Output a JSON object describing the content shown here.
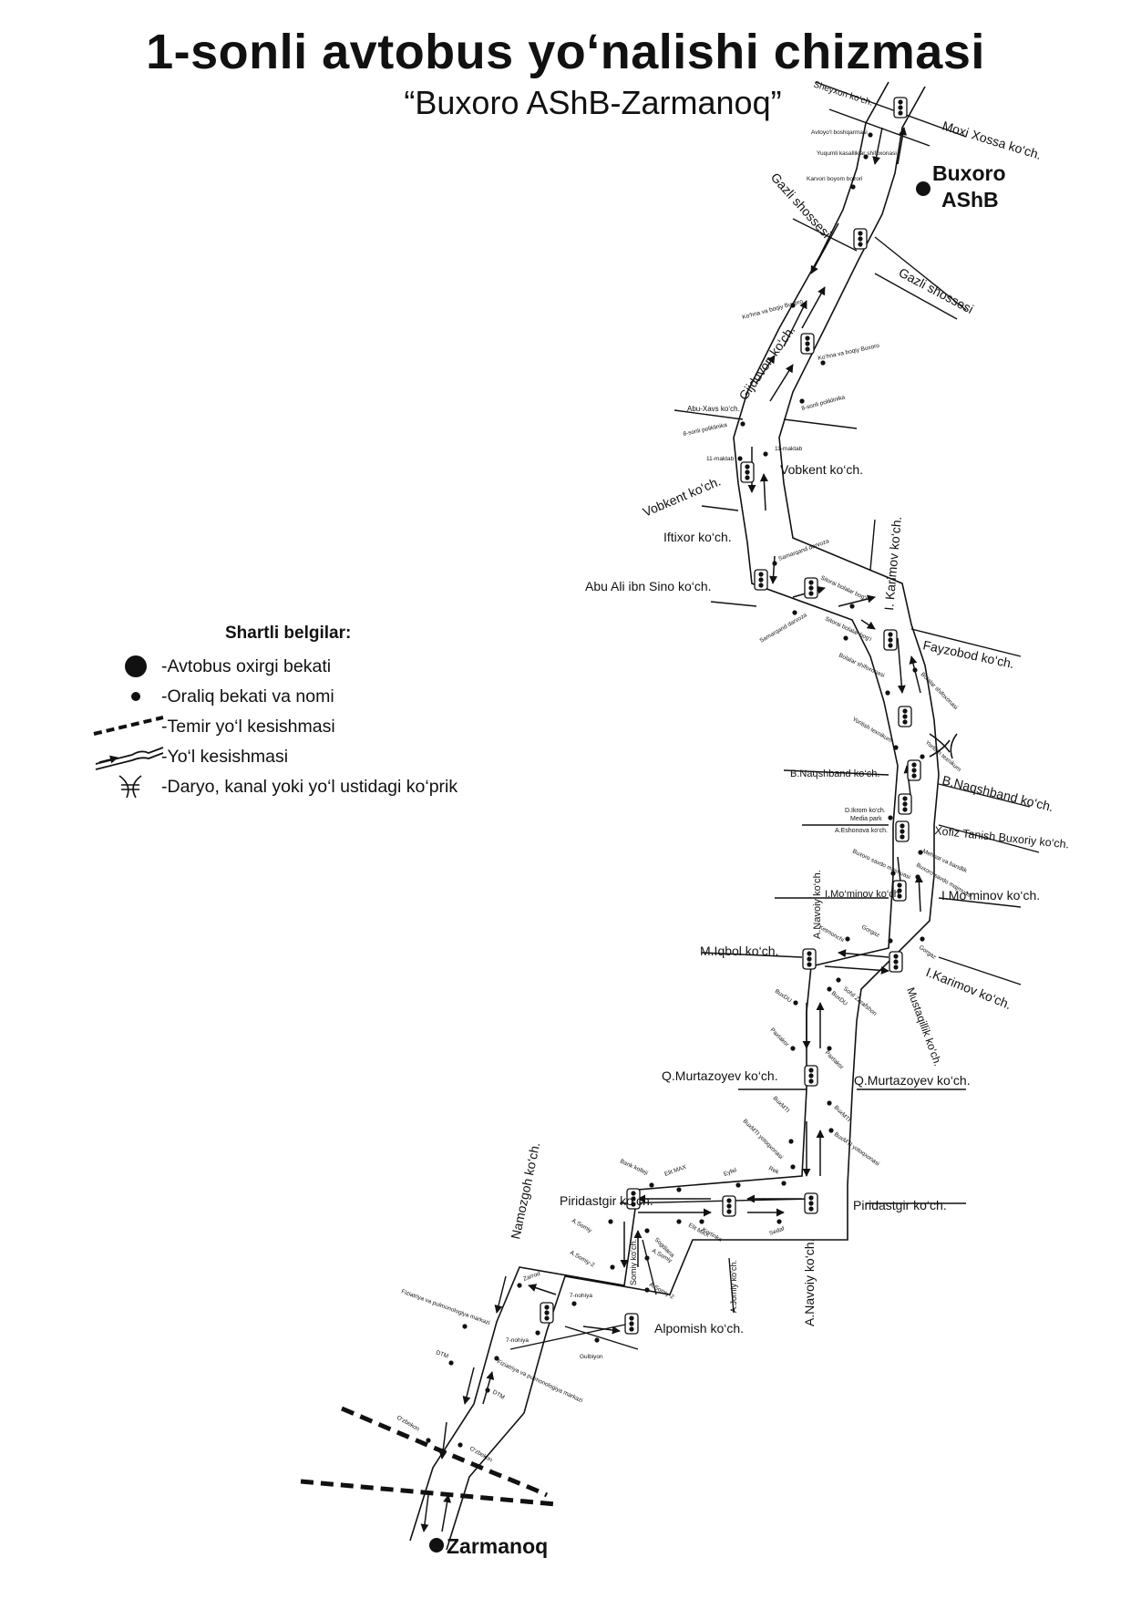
{
  "title": "1-sonli avtobus yo‘nalishi chizmasi",
  "subtitle": "“Buxoro AShB-Zarmanoq”",
  "terminals": {
    "start_line1": "Buxoro",
    "start_line2": "AShB",
    "end": "Zarmanoq"
  },
  "streets": {
    "sheyxon": "Sheyxon ko‘ch.",
    "moxi_xossa": "Moxi Xossa ko‘ch.",
    "gazli_left": "Gazli shossesi",
    "gazli_right": "Gazli shossesi",
    "gijduvon": "Gijduvon ko‘ch.",
    "abu_xavs": "Abu-Xavs ko‘ch.",
    "vobkent_right": "Vobkent ko‘ch.",
    "vobkent_left": "Vobkent ko‘ch.",
    "iftixor": "Iftixor ko‘ch.",
    "abu_ali": "Abu Ali ibn Sino ko‘ch.",
    "karimov_top": "I. Karimov ko‘ch.",
    "fayzobod": "Fayzobod ko‘ch.",
    "naqshband_left": "B.Naqshband ko‘ch.",
    "naqshband_right": "B.Naqshband ko‘ch.",
    "d_ikrom": "D.Ikrom ko‘ch.",
    "eshonova": "A.Eshonova ko‘ch.",
    "xofiz": "Xofiz Tanish Buxoriy ko‘ch.",
    "mominov_left": "I.Mo‘minov ko‘ch.",
    "mominov_right": "I.Mo‘minov ko‘ch.",
    "navoiy_top": "A.Navoiy ko‘ch.",
    "iqbol": "M.Iqbol ko‘ch.",
    "karimov_mid": "I.Karimov ko‘ch.",
    "mustaqillik": "Mustaqillik ko‘ch.",
    "murtazoyev_left": "Q.Murtazoyev ko‘ch.",
    "murtazoyev_right": "Q.Murtazoyev ko‘ch.",
    "piridastgir_left": "Piridastgir ko‘ch.",
    "piridastgir_right": "Piridastgir ko‘ch.",
    "somiy": "Somiy ko‘ch.",
    "jomiy": "A.Jomiy ko‘ch.",
    "navoiy_bottom": "A.Navoiy ko‘ch.",
    "namozgoh": "Namozgoh ko‘ch.",
    "alpomish": "Alpomish ko‘ch."
  },
  "stops": {
    "avtoyol": "Avtoyo‘l boshqarmasi",
    "yuqumli": "Yuqumli kasalliklar shifoxonasi",
    "karvon": "Karvon boyom bozori",
    "kohna1": "Ko‘hna va boqiy Buxoro",
    "kohna2": "Ko‘hna va boqiy Buxoro",
    "poliklinika1": "8-sonli poliklinika",
    "poliklinika2": "8-sonli poliklinika",
    "maktab1": "11-maktab",
    "maktab2": "11-maktab",
    "samarqand1": "Samarqand darvoza",
    "samarqand2": "Samarqand darvoza",
    "sitorai1": "Sitorai bolalar bog‘i",
    "sitorai2": "Sitorai bolalar bog‘i",
    "bolalar1": "Bolalar shifoxonasi",
    "bolalar2": "Bolalar shifoxonasi",
    "yoritish1": "Yoritish texnikum",
    "yoritish2": "Yoritish texnikum",
    "media": "Media park",
    "mehnat": "Mehnat va bandlik",
    "savdo1": "Buxoro savdo majmuasi",
    "savdo2": "Buxoro savdo majmuasi",
    "gorgaz1": "Gorgaz",
    "gorgaz2": "Gorgaz",
    "ketmon": "Ketmonchi",
    "buxdu1": "BuxDU",
    "buxdu2": "BuxDU",
    "sohil": "Sohil Zarafshon",
    "paxtakor1": "Paxtakor",
    "paxtakor2": "Paxtakor",
    "buxmti1": "BuxMTI",
    "buxmti2": "BuxMTI",
    "buxmti_yot1": "BuxMTI yotoqxonasi",
    "buxmti_yot2": "BuxMTI yotoqxonasi",
    "bank": "Bank kolleji",
    "elmax1": "Elit MAX",
    "elmax2": "Elit MAX",
    "eyfel": "Eyfel",
    "rek": "Rek",
    "korinka": "Kortinka",
    "sedaf": "Sedaf",
    "sogdiana": "Sogdiana",
    "asomiy1": "A.Somiy",
    "asomiy2": "A.Somiy",
    "asomiy3": "A.Somiy-2",
    "asomiy4": "A.Somiy-2",
    "zarrod": "Zarrod",
    "nohiya1": "7-nohiya",
    "nohiya2": "7-nohiya",
    "gulbiyon": "Gulbiyon",
    "fizio1": "Fiziatriya va pulmonologiya markazi",
    "fizio2": "Fiziatriya va pulmonologiya markazi",
    "dtm1": "DTM",
    "dtm2": "DTM",
    "ozbekon1": "O‘zbekon",
    "ozbekon2": "O‘zbekon"
  },
  "legend": {
    "title": "Shartli belgilar:",
    "items": [
      {
        "icon": "terminal-stop-icon",
        "label": "-Avtobus oxirgi bekati"
      },
      {
        "icon": "intermediate-stop-icon",
        "label": "-Oraliq bekati va nomi"
      },
      {
        "icon": "railway-crossing-icon",
        "label": "-Temir yo‘l kesishmasi"
      },
      {
        "icon": "road-crossing-icon",
        "label": "-Yo‘l kesishmasi"
      },
      {
        "icon": "bridge-icon",
        "label": "-Daryo, kanal yoki yo‘l ustidagi ko‘prik"
      }
    ]
  },
  "colors": {
    "ink": "#111111",
    "background": "#ffffff"
  }
}
